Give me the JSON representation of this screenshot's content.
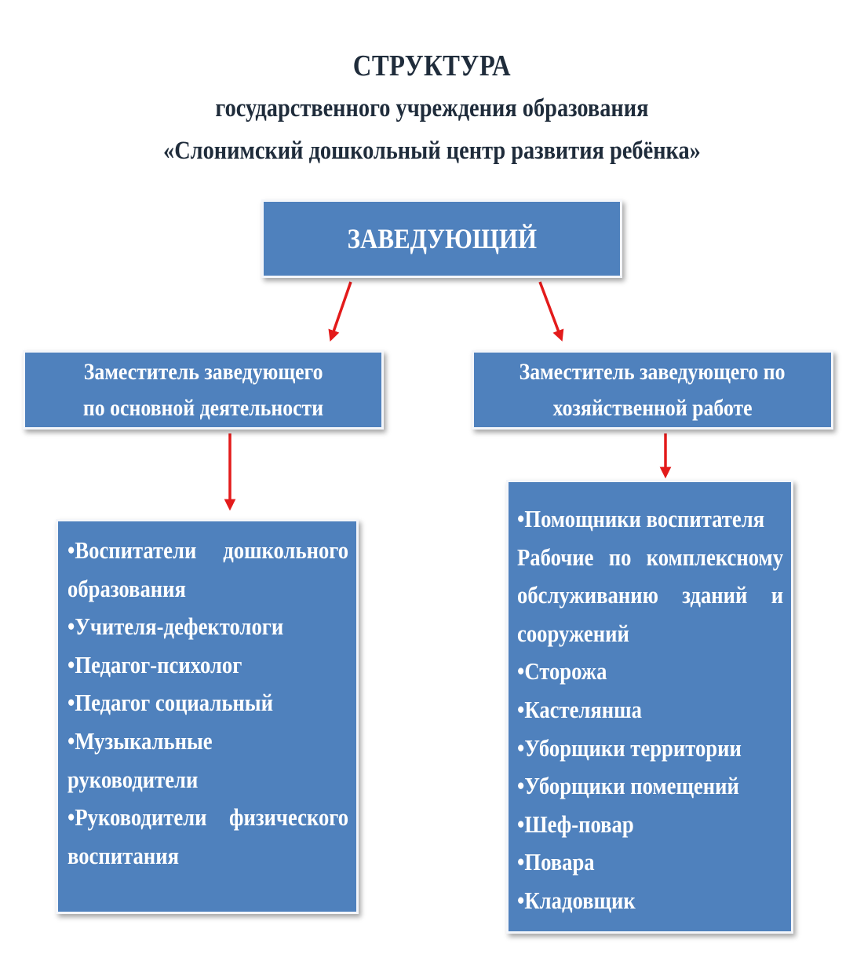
{
  "title": {
    "line1": "СТРУКТУРА",
    "line2": "государственного учреждения образования",
    "line3": "«Слонимский дошкольный центр развития ребёнка»"
  },
  "head": {
    "label": "ЗАВЕДУЮЩИЙ"
  },
  "deputy_left": {
    "line1": "Заместитель заведующего",
    "line2": "по основной деятельности"
  },
  "deputy_right": {
    "line1": "Заместитель заведующего по",
    "line2": "хозяйственной работе"
  },
  "staff_left": {
    "lines": [
      "•Воспитатели дошкольного",
      "образования",
      "•Учителя-дефектологи",
      "•Педагог-психолог",
      "•Педагог социальный",
      "•Музыкальные",
      "руководители",
      "•Руководители физического",
      "воспитания"
    ]
  },
  "staff_right": {
    "lines": [
      "•Помощники воспитателя",
      "Рабочие по комплексному",
      "обслуживанию зданий и",
      "сооружений",
      "•Сторожа",
      "•Кастелянша",
      "•Уборщики территории",
      "•Уборщики помещений",
      "•Шеф-повар",
      "•Повара",
      "•Кладовщик"
    ]
  },
  "colors": {
    "box_fill": "#4f81bd",
    "box_border": "#f4f6fa",
    "arrow": "#e31b1b",
    "title_text": "#1f2c3b"
  }
}
